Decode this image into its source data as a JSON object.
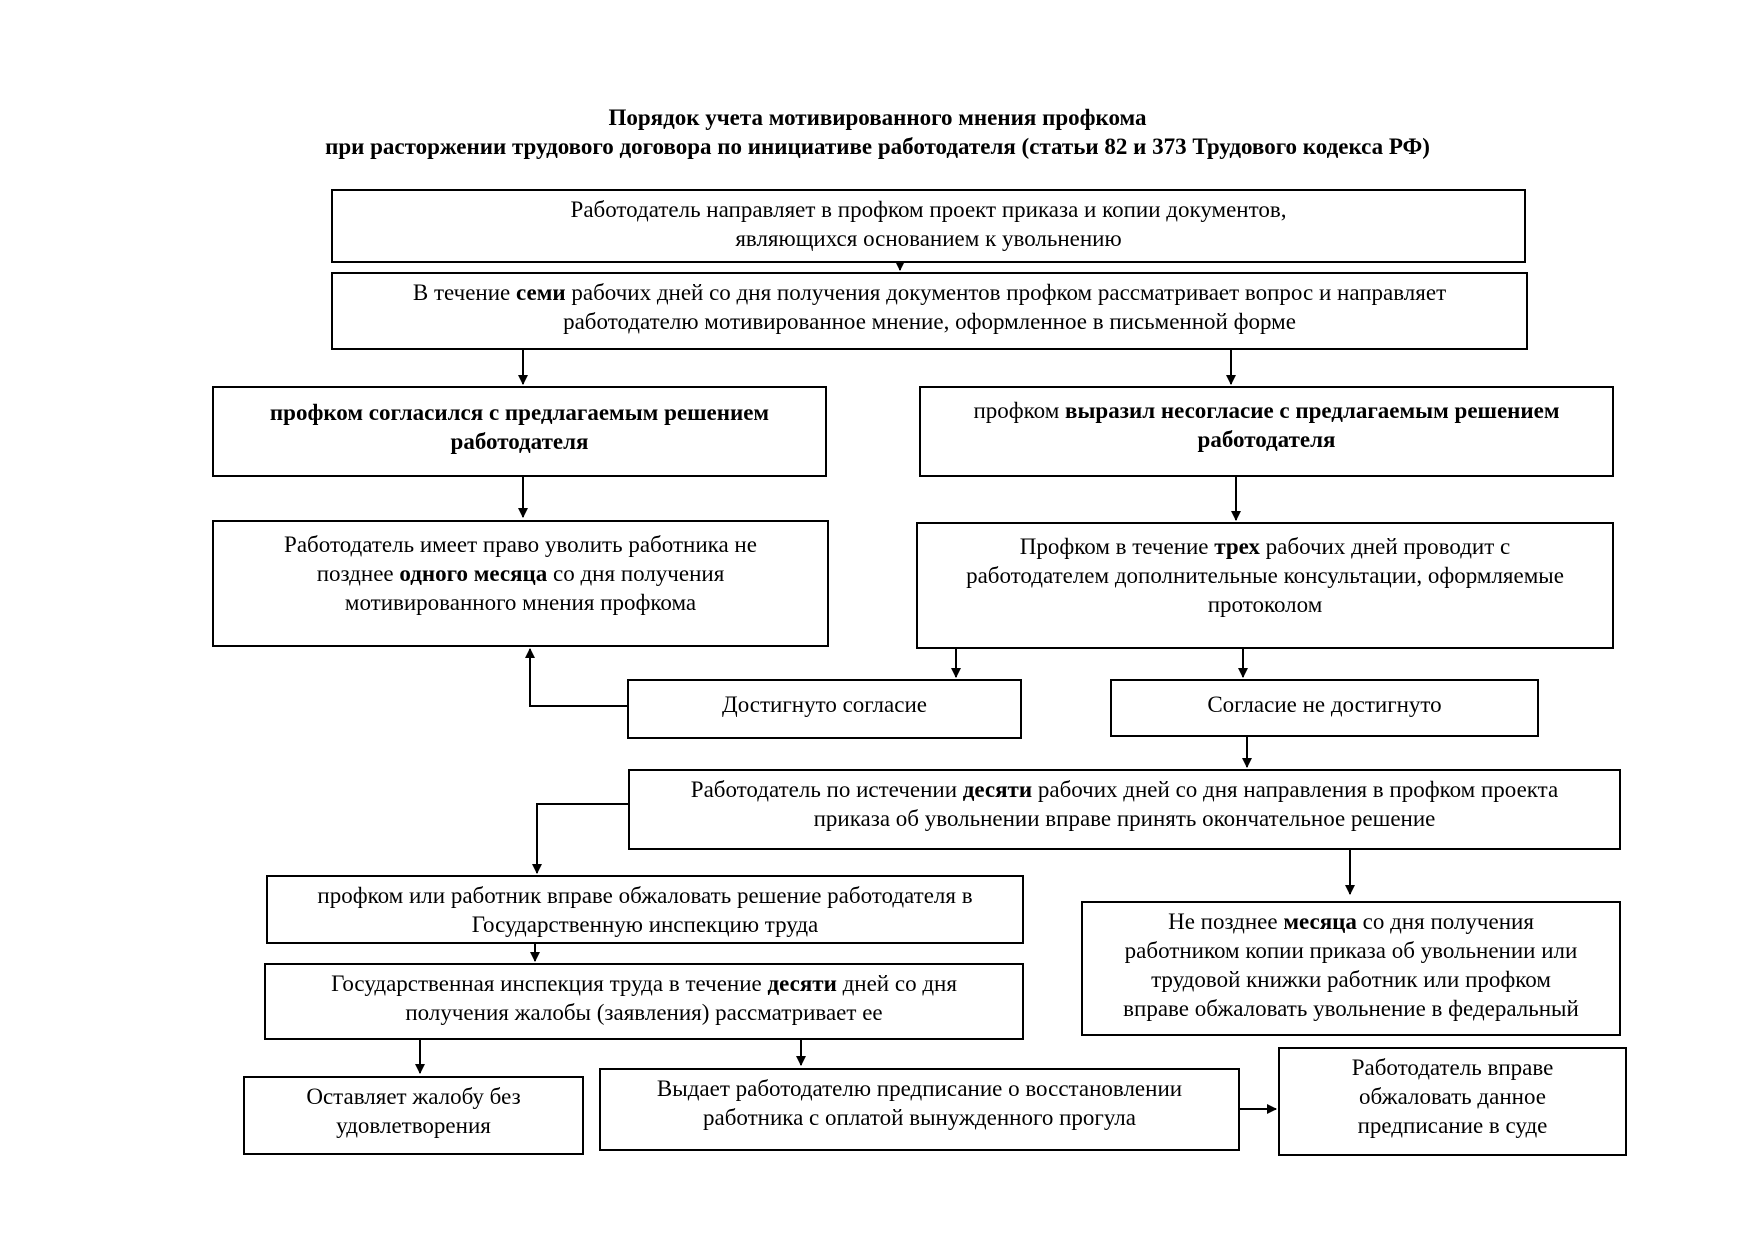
{
  "title": {
    "line1": "Порядок учета мотивированного мнения профкома",
    "line2": "при расторжении трудового договора по инициативе работодателя (статьи  82 и 373 Трудового кодекса РФ)"
  },
  "boxes": {
    "step_send_documents": {
      "lines": [
        [
          {
            "t": "Работодатель направляет в профком проект приказа и копии документов,"
          }
        ],
        [
          {
            "t": "являющихся основанием к увольнению"
          }
        ]
      ]
    },
    "step_review_seven_days": {
      "lines": [
        [
          {
            "t": "В течение "
          },
          {
            "t": "семи",
            "b": true
          },
          {
            "t": " рабочих дней со дня получения документов профком рассматривает вопрос и направляет"
          }
        ],
        [
          {
            "t": "работодателю мотивированное мнение, оформленное в письменной форме"
          }
        ]
      ]
    },
    "union_agreed": {
      "lines": [
        [
          {
            "t": "профком согласился с предлагаемым решением",
            "b": true
          }
        ],
        [
          {
            "t": "работодателя",
            "b": true
          }
        ]
      ]
    },
    "union_disagreed": {
      "lines": [
        [
          {
            "t": "профком "
          },
          {
            "t": "выразил несогласие с предлагаемым решением",
            "b": true
          }
        ],
        [
          {
            "t": "работодателя",
            "b": true
          }
        ]
      ]
    },
    "employer_may_dismiss": {
      "lines": [
        [
          {
            "t": "Работодатель имеет право уволить работника не"
          }
        ],
        [
          {
            "t": "позднее "
          },
          {
            "t": "одного месяца",
            "b": true
          },
          {
            "t": " со дня получения"
          }
        ],
        [
          {
            "t": "мотивированного мнения профкома"
          }
        ]
      ]
    },
    "consultations_three_days": {
      "lines": [
        [
          {
            "t": "Профком в течение "
          },
          {
            "t": "трех",
            "b": true
          },
          {
            "t": " рабочих дней проводит с"
          }
        ],
        [
          {
            "t": "работодателем дополнительные консультации, оформляемые"
          }
        ],
        [
          {
            "t": "протоколом"
          }
        ]
      ]
    },
    "agreement_reached": {
      "lines": [
        [
          {
            "t": "Достигнуто согласие"
          }
        ]
      ]
    },
    "agreement_not_reached": {
      "lines": [
        [
          {
            "t": "Согласие не достигнуто"
          }
        ]
      ]
    },
    "final_decision_ten_days": {
      "lines": [
        [
          {
            "t": "Работодатель по истечении "
          },
          {
            "t": "десяти",
            "b": true
          },
          {
            "t": " рабочих дней со дня направления в профком проекта"
          }
        ],
        [
          {
            "t": "приказа об увольнении вправе принять окончательное решение"
          }
        ]
      ]
    },
    "appeal_to_inspection": {
      "lines": [
        [
          {
            "t": "профком или работник вправе обжаловать решение работодателя в"
          }
        ],
        [
          {
            "t": "Государственную инспекцию труда"
          }
        ]
      ]
    },
    "appeal_dismissal_month": {
      "lines": [
        [
          {
            "t": "Не позднее "
          },
          {
            "t": "месяца",
            "b": true
          },
          {
            "t": " со дня получения"
          }
        ],
        [
          {
            "t": "работником копии приказа об увольнении или"
          }
        ],
        [
          {
            "t": "трудовой книжки работник или профком"
          }
        ],
        [
          {
            "t": "вправе обжаловать увольнение в федеральный"
          }
        ]
      ]
    },
    "inspection_review_ten_days": {
      "lines": [
        [
          {
            "t": "Государственная инспекция труда в течение "
          },
          {
            "t": "десяти",
            "b": true
          },
          {
            "t": " дней со дня"
          }
        ],
        [
          {
            "t": "получения жалобы (заявления) рассматривает ее"
          }
        ]
      ]
    },
    "complaint_rejected": {
      "lines": [
        [
          {
            "t": "Оставляет жалобу без"
          }
        ],
        [
          {
            "t": "удовлетворения"
          }
        ]
      ]
    },
    "reinstatement_order": {
      "lines": [
        [
          {
            "t": "Выдает работодателю предписание о восстановлении"
          }
        ],
        [
          {
            "t": "работника с оплатой вынужденного прогула"
          }
        ]
      ]
    },
    "employer_court_appeal": {
      "lines": [
        [
          {
            "t": "Работодатель вправе"
          }
        ],
        [
          {
            "t": "обжаловать данное"
          }
        ],
        [
          {
            "t": "предписание в суде"
          }
        ]
      ]
    }
  }
}
